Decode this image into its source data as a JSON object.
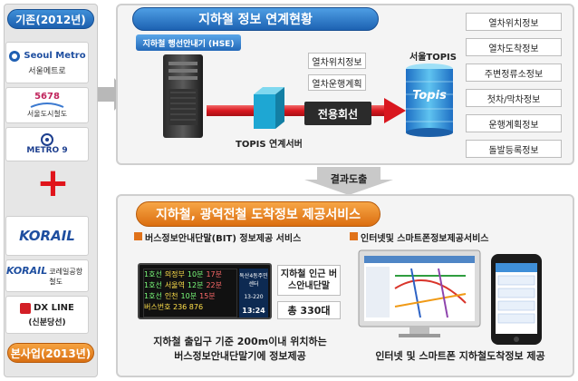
{
  "left": {
    "era_2012": "기존(2012년)",
    "era_2013": "본사업(2013년)",
    "logos": {
      "seoul_metro_name": "Seoul Metro",
      "seoul_metro_sub": "서울메트로",
      "smrt_name": "5678",
      "smrt_sub": "서울도시철도",
      "metro9_name": "METRO 9",
      "korail_name": "KORAIL",
      "korail_airport_name": "KORAIL",
      "korail_airport_sub": "코레일공항철도",
      "dxline_name": "DX LINE",
      "dxline_sub": "(신분당선)"
    }
  },
  "top": {
    "title": "지하철 정보 연계현황",
    "hse_label": "지하철 행선안내기 (HSE)",
    "mid_boxes": [
      "열차위치정보",
      "열차운행계획"
    ],
    "dedicated_line": "전용회선",
    "topis_server": "TOPIS 연계서버",
    "seoul_topis": "서울TOPIS",
    "topis_logo": "Topis",
    "right_boxes": [
      "열차위치정보",
      "열차도착정보",
      "주변정류소정보",
      "첫차/막차정보",
      "운행계획정보",
      "돌발등록정보"
    ]
  },
  "result_label": "결과도출",
  "bottom": {
    "title": "지하철, 광역전철 도착정보 제공서비스",
    "bit_label": "버스정보안내단말(BIT) 정보제공 서비스",
    "sign_rows": [
      [
        "1호선",
        "의정부",
        "10분",
        "17분"
      ],
      [
        "1호선",
        "서울역",
        "12분",
        "22분"
      ],
      [
        "1호선",
        "인천",
        "10분",
        "15분"
      ]
    ],
    "sign_footer": "버스번호 236 876",
    "sign_right": [
      "독산4동주민센터",
      "13-220",
      "13:24"
    ],
    "nearby_box": "지하철 인근 버스안내단말",
    "total_box": "총 330대",
    "bit_caption_1": "지하철 출입구 기준 200m이내 위치하는",
    "bit_caption_2": "버스정보안내단말기에 정보제공",
    "internet_label": "인터넷및 스마트폰정보제공서비스",
    "internet_caption": "인터넷 및 스마트폰 지하철도착정보 제공"
  }
}
